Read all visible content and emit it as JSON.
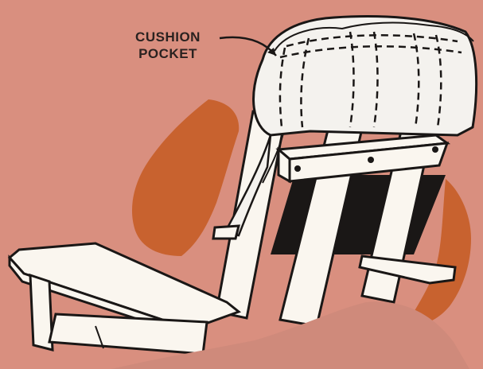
{
  "illustration": {
    "subject": "chair-with-cushion-pocket",
    "callout": {
      "line1": "CUSHION",
      "line2": "POCKET"
    },
    "colors": {
      "background": "#d98f7f",
      "shadow": "#c8622f",
      "wood": "#faf6ef",
      "cushion": "#f4f2ee",
      "ink": "#1a1716",
      "foreground": "#cf8a7b"
    }
  }
}
